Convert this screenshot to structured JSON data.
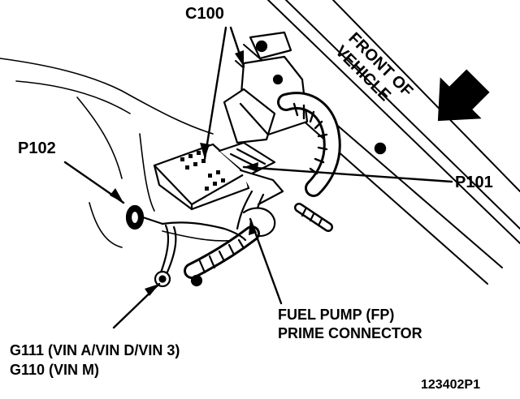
{
  "labels": {
    "c100": "C100",
    "p102": "P102",
    "p101": "P101",
    "front_line1": "FRONT OF",
    "front_line2": "VEHICLE",
    "g111": "G111 (VIN A/VIN D/VIN 3)",
    "g110": "G110 (VIN M)",
    "fuel_line1": "FUEL PUMP (FP)",
    "fuel_line2": "PRIME CONNECTOR",
    "figure_id": "123402P1"
  },
  "colors": {
    "ink": "#000000",
    "paper": "#ffffff"
  },
  "icons": {
    "front_arrow": "arrow-down-left-icon"
  }
}
